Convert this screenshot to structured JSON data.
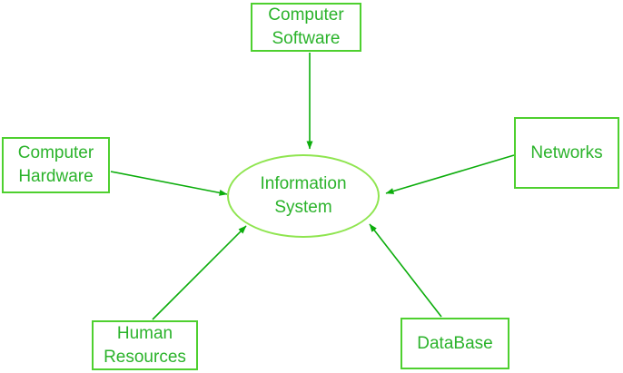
{
  "diagram": {
    "type": "radial-concept-diagram",
    "center": {
      "id": "information-system",
      "line1": "Information",
      "line2": "System",
      "shape": "ellipse"
    },
    "nodes": {
      "computer_software": {
        "line1": "Computer",
        "line2": "Software",
        "position": "top"
      },
      "computer_hardware": {
        "line1": "Computer",
        "line2": "Hardware",
        "position": "left"
      },
      "networks": {
        "line1": "Networks",
        "position": "right"
      },
      "human_resources": {
        "line1": "Human",
        "line2": "Resources",
        "position": "bottom-left"
      },
      "database": {
        "line1": "DataBase",
        "position": "bottom-right"
      }
    },
    "edges": [
      {
        "from": "computer-software",
        "to": "information-system",
        "arrow": "to"
      },
      {
        "from": "computer-hardware",
        "to": "information-system",
        "arrow": "to"
      },
      {
        "from": "networks",
        "to": "information-system",
        "arrow": "to"
      },
      {
        "from": "human-resources",
        "to": "information-system",
        "arrow": "to"
      },
      {
        "from": "database",
        "to": "information-system",
        "arrow": "to"
      }
    ],
    "colors": {
      "box_border": "#4ED02F",
      "ellipse_border": "#8FE550",
      "text_color": "#2BB32B",
      "arrow": "#0CAD0C",
      "background": "#FFFFFF"
    }
  }
}
